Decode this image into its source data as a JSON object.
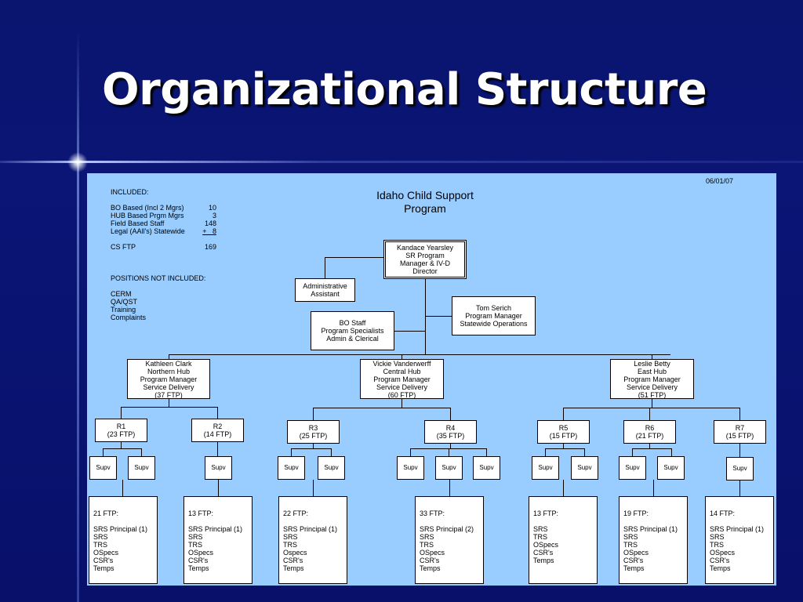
{
  "slide": {
    "title": "Organizational Structure"
  },
  "chart": {
    "date": "06/01/07",
    "title_lines": [
      "Idaho Child Support",
      "Program"
    ],
    "included": {
      "heading": "INCLUDED:",
      "rows": [
        {
          "label": "BO Based (Incl 2 Mgrs)",
          "value": "10"
        },
        {
          "label": "HUB Based Prgm Mgrs",
          "value": "3"
        },
        {
          "label": "Field Based Staff",
          "value": "148"
        },
        {
          "label": "Legal (AAll's) Statewide",
          "value": "+   8"
        }
      ],
      "total": {
        "label": "CS FTP",
        "value": "169"
      }
    },
    "not_included": {
      "heading": "POSITIONS NOT INCLUDED:",
      "items": [
        "CERM",
        "QA/QST",
        "Training",
        "Complaints"
      ]
    },
    "director": [
      "Kandace Yearsley",
      "SR Program",
      "Manager & IV-D",
      "Director"
    ],
    "admin_assistant": [
      "Administrative",
      "Assistant"
    ],
    "tom": [
      "Tom Serich",
      "Program Manager",
      "Statewide Operations"
    ],
    "bo_staff": [
      "BO Staff",
      "Program Specialists",
      "Admin & Clerical"
    ],
    "hubs": [
      [
        "Kathleen Clark",
        "Northern Hub",
        "Program Manager",
        "Service Delivery",
        "(37 FTP)"
      ],
      [
        "Vickie Vanderwerff",
        "Central Hub",
        "Program Manager",
        "Service Delivery",
        "(60 FTP)"
      ],
      [
        "Leslie Betty",
        "East Hub",
        "Program Manager",
        "Service Delivery",
        "(51 FTP)"
      ]
    ],
    "regions": [
      [
        "R1",
        "(23 FTP)"
      ],
      [
        "R2",
        "(14 FTP)"
      ],
      [
        "R3",
        "(25 FTP)"
      ],
      [
        "R4",
        "(35 FTP)"
      ],
      [
        "R5",
        "(15 FTP)"
      ],
      [
        "R6",
        "(21 FTP)"
      ],
      [
        "R7",
        "(15 FTP)"
      ]
    ],
    "supv_label": "Supv",
    "staff": [
      {
        "ftp": "21 FTP:",
        "roles": [
          "SRS Principal (1)",
          "SRS",
          "TRS",
          "OSpecs",
          "CSR's",
          "Temps"
        ]
      },
      {
        "ftp": "13 FTP:",
        "roles": [
          "SRS Principal (1)",
          "SRS",
          "TRS",
          "OSpecs",
          "CSR's",
          "Temps"
        ]
      },
      {
        "ftp": "22 FTP:",
        "roles": [
          "SRS Principal (1)",
          "SRS",
          "TRS",
          "Ospecs",
          "CSR's",
          "Temps"
        ]
      },
      {
        "ftp": "33 FTP:",
        "roles": [
          "SRS Principal (2)",
          "SRS",
          "TRS",
          "OSpecs",
          "CSR's",
          "Temps"
        ]
      },
      {
        "ftp": "13 FTP:",
        "roles": [
          "SRS",
          "TRS",
          "OSpecs",
          "CSR's",
          "Temps"
        ]
      },
      {
        "ftp": "19 FTP:",
        "roles": [
          "SRS Principal (1)",
          "SRS",
          "TRS",
          "OSpecs",
          "CSR's",
          "Temps"
        ]
      },
      {
        "ftp": "14 FTP:",
        "roles": [
          "SRS Principal (1)",
          "SRS",
          "TRS",
          "OSpecs",
          "CSR's",
          "Temps"
        ]
      }
    ]
  }
}
